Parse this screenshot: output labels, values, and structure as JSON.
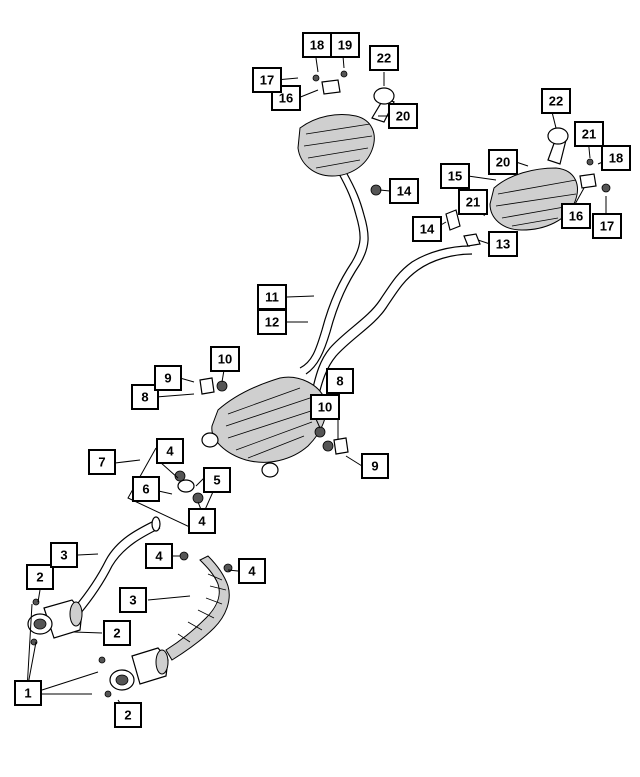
{
  "callouts": {
    "c1": "1",
    "c2a": "2",
    "c2b": "2",
    "c2c": "2",
    "c3a": "3",
    "c3b": "3",
    "c4a": "4",
    "c4b": "4",
    "c4c": "4",
    "c4d": "4",
    "c5": "5",
    "c6": "6",
    "c7": "7",
    "c8a": "8",
    "c8b": "8",
    "c9a": "9",
    "c9b": "9",
    "c10a": "10",
    "c10b": "10",
    "c11": "11",
    "c12": "12",
    "c13": "13",
    "c14a": "14",
    "c14b": "14",
    "c15": "15",
    "c16a": "16",
    "c16b": "16",
    "c17a": "17",
    "c17b": "17",
    "c18a": "18",
    "c18b": "18",
    "c19": "19",
    "c20a": "20",
    "c20b": "20",
    "c21a": "21",
    "c21b": "21",
    "c22a": "22",
    "c22b": "22"
  }
}
